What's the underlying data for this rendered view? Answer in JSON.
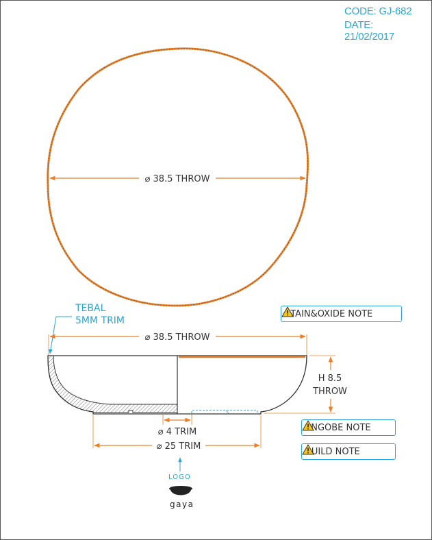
{
  "header": {
    "code": "CODE: GJ-682",
    "date": "DATE: 21/02/2017"
  },
  "top_view": {
    "diameter_label": "⌀ 38.5 THROW"
  },
  "side_view": {
    "wall_label_line1": "TEBAL",
    "wall_label_line2": "5MM TRIM",
    "diameter_label": "⌀ 38.5 THROW",
    "height_label_line1": "H 8.5",
    "height_label_line2": "THROW",
    "foot_inner_label": "⌀ 4 TRIM",
    "foot_outer_label": "⌀ 25 TRIM"
  },
  "notes": [
    {
      "label": "STAIN&OXIDE NOTE",
      "icon": "warning-icon"
    },
    {
      "label": "ENGOBE NOTE",
      "icon": "warning-icon"
    },
    {
      "label": "BUILD NOTE",
      "icon": "warning-icon"
    }
  ],
  "logo": {
    "label": "LOGO",
    "wordmark": "gaya",
    "icon": "bowl-logo-icon"
  },
  "colors": {
    "accent": "#2aa6d6",
    "glaze": "#e8812a",
    "line": "#333333"
  }
}
